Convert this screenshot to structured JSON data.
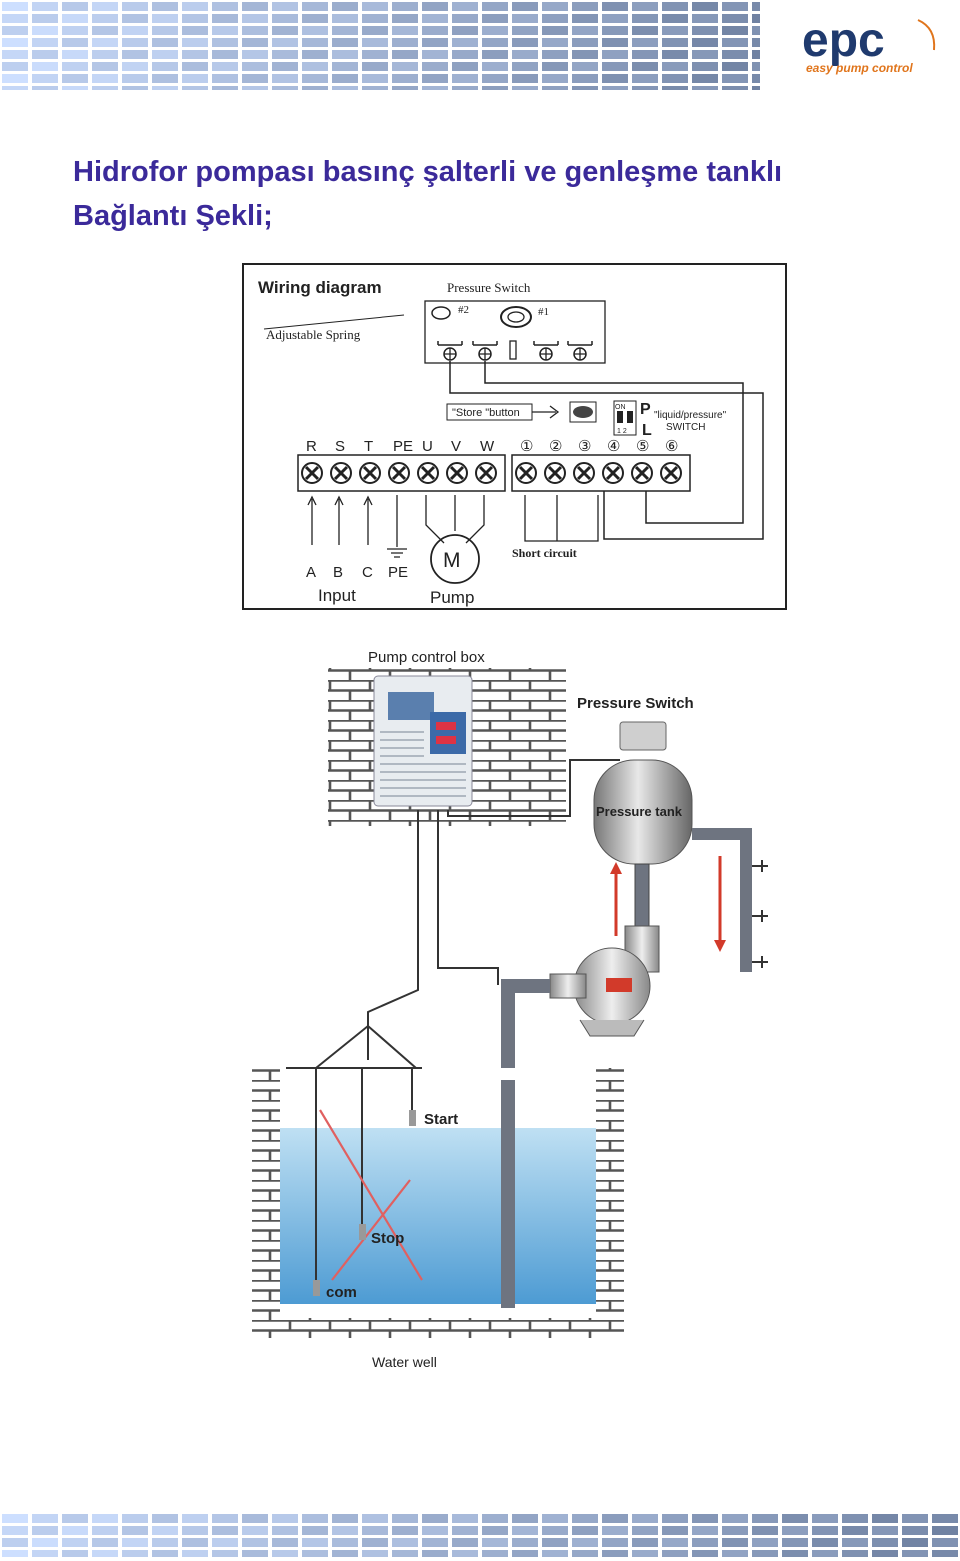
{
  "header": {
    "logo_text": "epc",
    "logo_tagline": "easy pump control"
  },
  "title": {
    "line1": "Hidrofor pompası basınç şalterli ve genleşme tanklı",
    "line2": "Bağlantı Şekli;"
  },
  "wiring_diagram": {
    "title": "Wiring diagram",
    "pressure_switch_label": "Pressure  Switch",
    "adjustable_spring_label": "Adjustable Spring",
    "contact_2": "#2",
    "contact_1": "#1",
    "store_button_label": "\"Store \"button",
    "dip_on_label": "ON",
    "dip_numbers": "1 2",
    "mode_p": "P",
    "mode_l": "L",
    "switch_label_1": "\"liquid/pressure\"",
    "switch_label_2": "SWITCH",
    "left_terminals": [
      "R",
      "S",
      "T",
      "PE",
      "U",
      "V",
      "W"
    ],
    "right_terminals": [
      "①",
      "②",
      "③",
      "④",
      "⑤",
      "⑥"
    ],
    "input_lines": [
      "A",
      "B",
      "C",
      "PE"
    ],
    "input_label": "Input",
    "motor_label": "M",
    "pump_label": "Pump",
    "short_circuit_label": "Short circuit"
  },
  "installation": {
    "control_box_label": "Pump control box",
    "pressure_switch_label": "Pressure Switch",
    "pressure_tank_label": "Pressure tank",
    "start_label": "Start",
    "stop_label": "Stop",
    "com_label": "com",
    "water_well_label": "Water well"
  },
  "colors": {
    "title": "#3b2a9a",
    "logo_blue": "#1f3a6e",
    "logo_orange": "#e0751c",
    "banner_blue": "#7f97c4",
    "water": "#5fa7d6",
    "arrow_red": "#d23a2a",
    "cross_red": "#e06060"
  }
}
